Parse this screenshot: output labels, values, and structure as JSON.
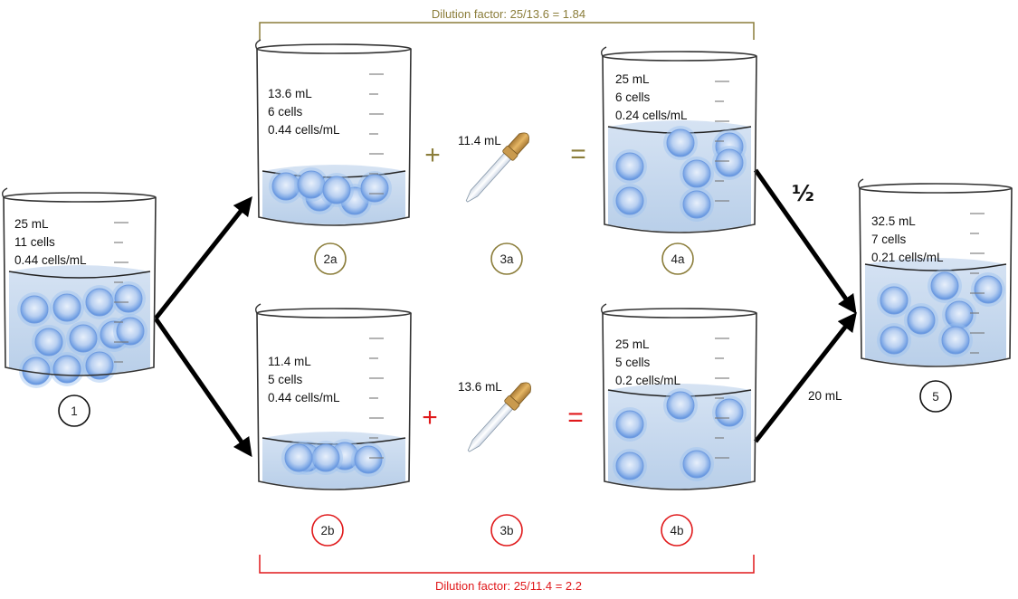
{
  "colors": {
    "olive": "#8b7d3a",
    "red": "#e0191b",
    "arrow": "#000000",
    "water": "#c9dbef",
    "cell": "#8fb7ea"
  },
  "top_bracket": {
    "label": "Dilution factor: 25/13.6 = 1.84"
  },
  "bottom_bracket": {
    "label": "Dilution factor: 25/11.4 = 2.2"
  },
  "beakers": [
    {
      "id": "1",
      "lines": [
        "25 mL",
        "11 cells",
        "0.44 cells/mL"
      ]
    },
    {
      "id": "2a",
      "lines": [
        "13.6 mL",
        "6 cells",
        "0.44 cells/mL"
      ]
    },
    {
      "id": "4a",
      "lines": [
        "25 mL",
        "6 cells",
        "0.24 cells/mL"
      ]
    },
    {
      "id": "2b",
      "lines": [
        "11.4 mL",
        "5 cells",
        "0.44 cells/mL"
      ]
    },
    {
      "id": "4b",
      "lines": [
        "25 mL",
        "5 cells",
        "0.2 cells/mL"
      ]
    },
    {
      "id": "5",
      "lines": [
        "32.5 mL",
        "7 cells",
        "0.21 cells/mL"
      ]
    }
  ],
  "droppers": [
    {
      "id": "3a",
      "volume": "11.4 mL"
    },
    {
      "id": "3b",
      "volume": "13.6 mL"
    }
  ],
  "operators": {
    "top_plus": "+",
    "top_equals": "=",
    "bottom_plus": "+",
    "bottom_equals": "="
  },
  "arrow_labels": {
    "half": "½",
    "twenty": "20 mL"
  },
  "step_labels": [
    "1",
    "2a",
    "3a",
    "4a",
    "2b",
    "3b",
    "4b",
    "5"
  ]
}
